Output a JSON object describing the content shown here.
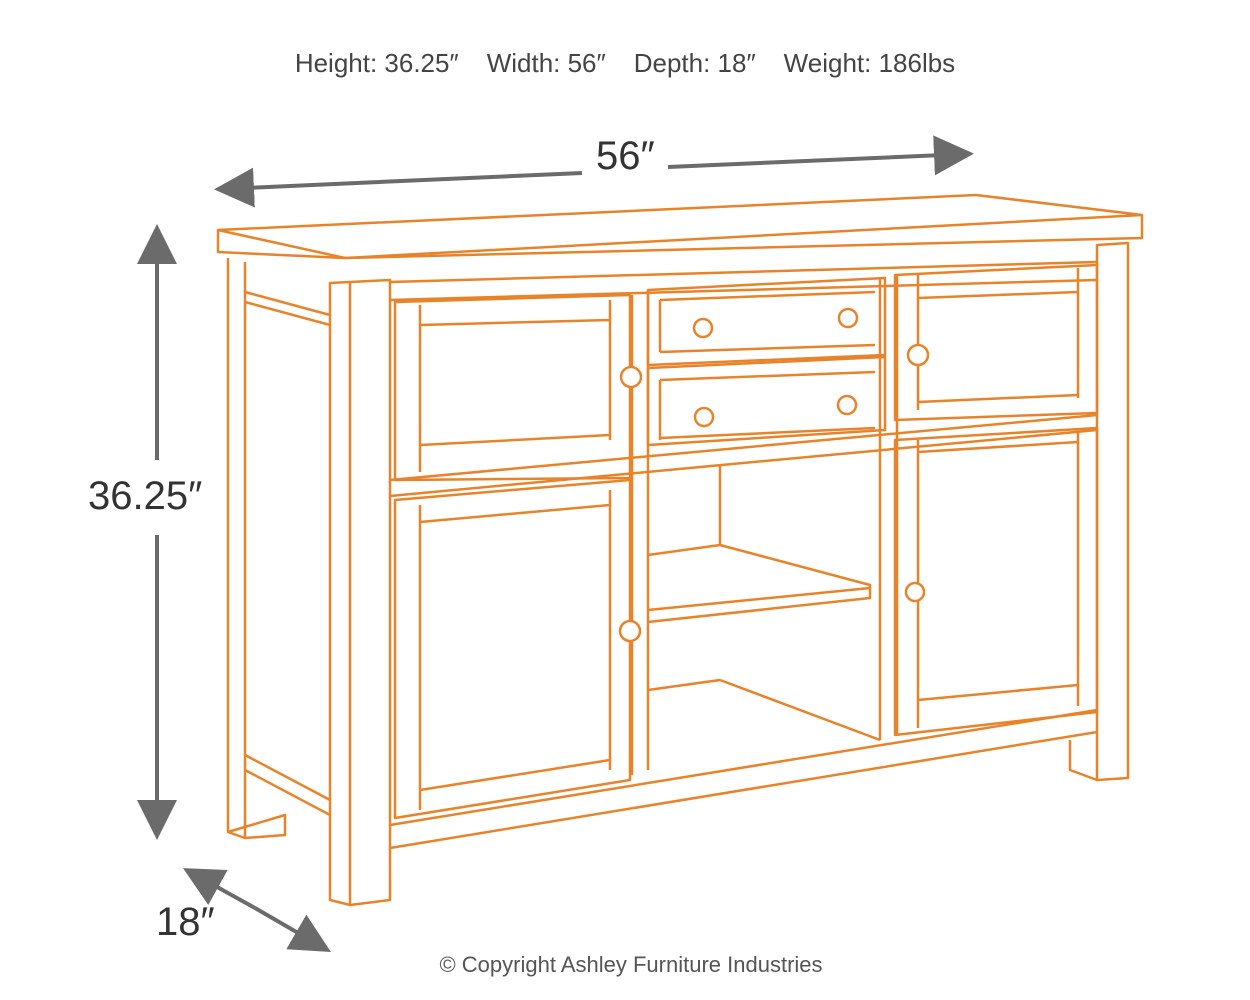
{
  "specs": {
    "height": "Height: 36.25″",
    "width": "Width: 56″",
    "depth": "Depth: 18″",
    "weight": "Weight: 186lbs"
  },
  "dimensions": {
    "width_label": "56″",
    "height_label": "36.25″",
    "depth_label": "18″"
  },
  "colors": {
    "outline": "#e8832a",
    "arrow": "#6b6b6b",
    "text": "#444444"
  },
  "copyright": "© Copyright Ashley Furniture Industries"
}
